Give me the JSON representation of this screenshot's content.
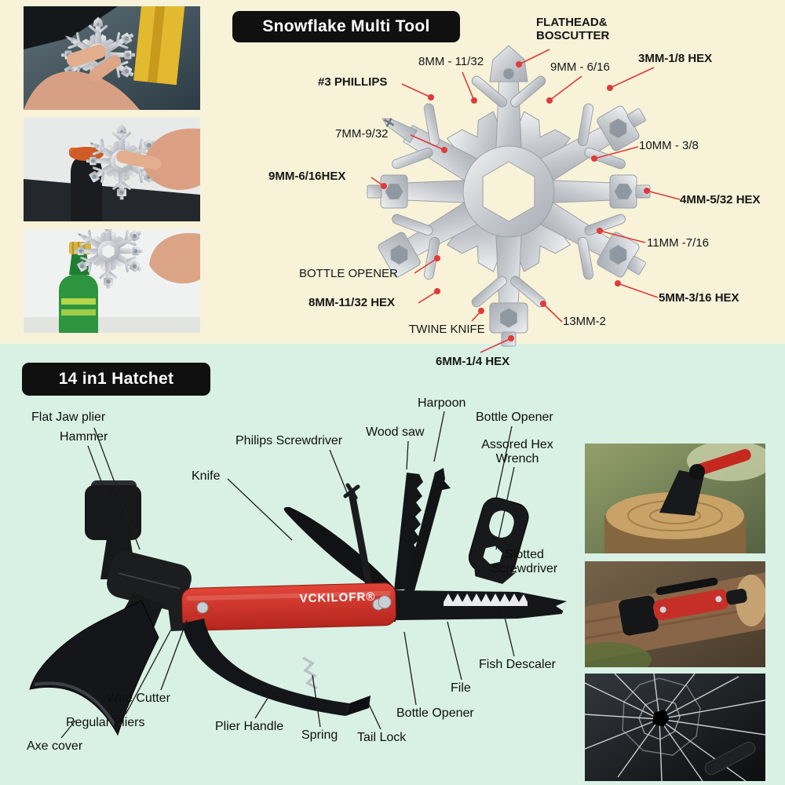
{
  "colors": {
    "top_bg": "#f7f2d8",
    "bottom_bg": "#d8f1e4",
    "accent_red": "#e03a3a",
    "title_bar_bg": "#101010",
    "tool_metal": "#c3c7cc",
    "handle_red": "#cf2d24"
  },
  "snowflake_section": {
    "title": "Snowflake Multi Tool",
    "callouts": [
      {
        "label": "FLATHEAD& BOSCUTTER"
      },
      {
        "label": "8MM - 11/32"
      },
      {
        "label": "9MM - 6/16"
      },
      {
        "label": "3MM-1/8 HEX"
      },
      {
        "label": "#3 PHILLIPS"
      },
      {
        "label": "7MM-9/32"
      },
      {
        "label": "10MM - 3/8"
      },
      {
        "label": "9MM-6/16HEX"
      },
      {
        "label": "4MM-5/32 HEX"
      },
      {
        "label": "11MM -7/16"
      },
      {
        "label": "BOTTLE OPENER"
      },
      {
        "label": "5MM-3/16 HEX"
      },
      {
        "label": "8MM-11/32 HEX"
      },
      {
        "label": "13MM-2"
      },
      {
        "label": "TWINE KNIFE"
      },
      {
        "label": "6MM-1/4 HEX"
      }
    ],
    "photos": [
      {
        "name": "hand-holding-snowflake-tool"
      },
      {
        "name": "snowflake-opening-bottle-cap"
      },
      {
        "name": "snowflake-opening-beer-bottle"
      }
    ]
  },
  "hatchet_section": {
    "title": "14 in1 Hatchet",
    "brand": "VCKILOFR®",
    "callouts": [
      {
        "label": "Flat Jaw plier"
      },
      {
        "label": "Hammer"
      },
      {
        "label": "Philips Screwdriver"
      },
      {
        "label": "Wood saw"
      },
      {
        "label": "Harpoon"
      },
      {
        "label": "Bottle Opener"
      },
      {
        "label": "Assored Hex Wrench"
      },
      {
        "label": "Knife"
      },
      {
        "label": "Slotted Screwdriver"
      },
      {
        "label": "Fish Descaler"
      },
      {
        "label": "File"
      },
      {
        "label": "Bottle Opener"
      },
      {
        "label": "Tail Lock"
      },
      {
        "label": "Spring"
      },
      {
        "label": "Plier Handle"
      },
      {
        "label": "Regular Pliers"
      },
      {
        "label": "Wire Cutter"
      },
      {
        "label": "Axe cover"
      }
    ],
    "photos": [
      {
        "name": "hatchet-in-tree-stump"
      },
      {
        "name": "multitool-on-log"
      },
      {
        "name": "shattered-glass-demo"
      }
    ]
  }
}
